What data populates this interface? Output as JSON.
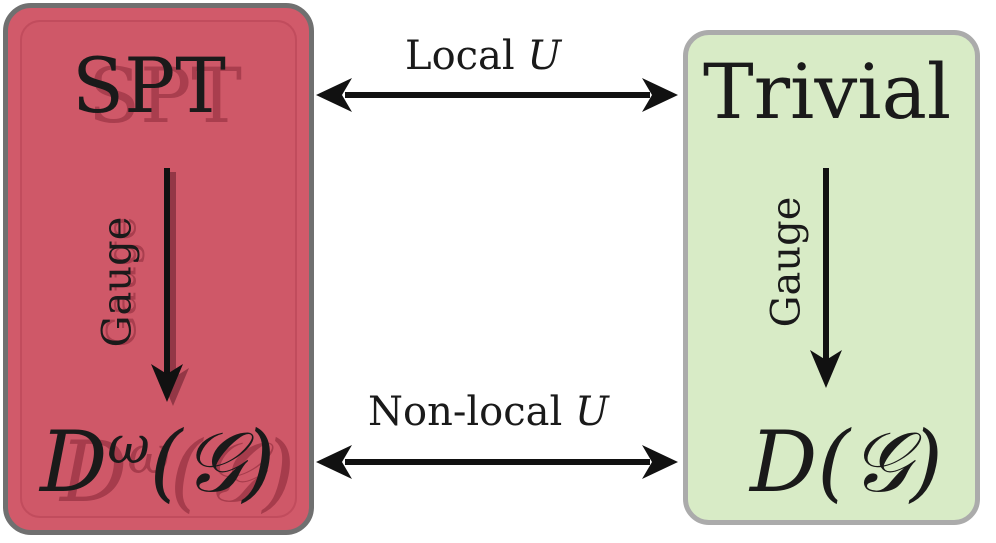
{
  "left_box": {
    "title": "SPT",
    "gauge_label": "Gauge",
    "math": {
      "base": "D",
      "sup": "ω",
      "arg": "(𝒢)"
    },
    "fill_color": "#d15a6a",
    "border_color": "#707070"
  },
  "right_box": {
    "title": "Trivial",
    "gauge_label": "Gauge",
    "math": {
      "base": "D",
      "arg": "(𝒢)"
    },
    "fill_color": "#d8ebc6",
    "border_color": "#ababab"
  },
  "edges": {
    "top": {
      "label_text": "Local ",
      "label_var": "U"
    },
    "bottom": {
      "label_text": "Non-local ",
      "label_var": "U"
    }
  }
}
